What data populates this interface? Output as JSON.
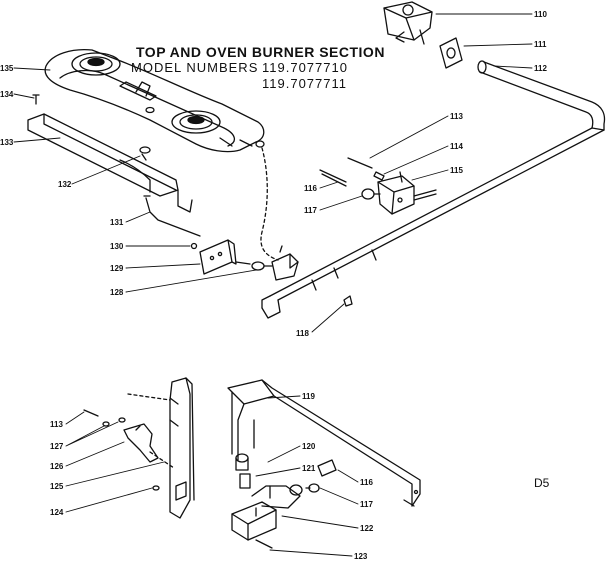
{
  "header": {
    "title": "TOP AND OVEN BURNER SECTION",
    "model_label": "MODEL NUMBERS",
    "model_numbers": [
      "119.7077710",
      "119.7077711"
    ]
  },
  "page_code": "D5",
  "parts": [
    {
      "id": "p135",
      "number": "135"
    },
    {
      "id": "p134",
      "number": "134"
    },
    {
      "id": "p133",
      "number": "133"
    },
    {
      "id": "p132",
      "number": "132"
    },
    {
      "id": "p131",
      "number": "131"
    },
    {
      "id": "p130",
      "number": "130"
    },
    {
      "id": "p129",
      "number": "129"
    },
    {
      "id": "p128",
      "number": "128"
    },
    {
      "id": "p118",
      "number": "118"
    },
    {
      "id": "p117a",
      "number": "117"
    },
    {
      "id": "p116a",
      "number": "116"
    },
    {
      "id": "p115",
      "number": "115"
    },
    {
      "id": "p114",
      "number": "114"
    },
    {
      "id": "p113a",
      "number": "113"
    },
    {
      "id": "p112",
      "number": "112"
    },
    {
      "id": "p111",
      "number": "111"
    },
    {
      "id": "p110",
      "number": "110"
    },
    {
      "id": "p119",
      "number": "119"
    },
    {
      "id": "p120",
      "number": "120"
    },
    {
      "id": "p121",
      "number": "121"
    },
    {
      "id": "p116b",
      "number": "116"
    },
    {
      "id": "p117b",
      "number": "117"
    },
    {
      "id": "p122",
      "number": "122"
    },
    {
      "id": "p123",
      "number": "123"
    },
    {
      "id": "p113b",
      "number": "113"
    },
    {
      "id": "p127",
      "number": "127"
    },
    {
      "id": "p126",
      "number": "126"
    },
    {
      "id": "p125",
      "number": "125"
    },
    {
      "id": "p124",
      "number": "124"
    }
  ]
}
